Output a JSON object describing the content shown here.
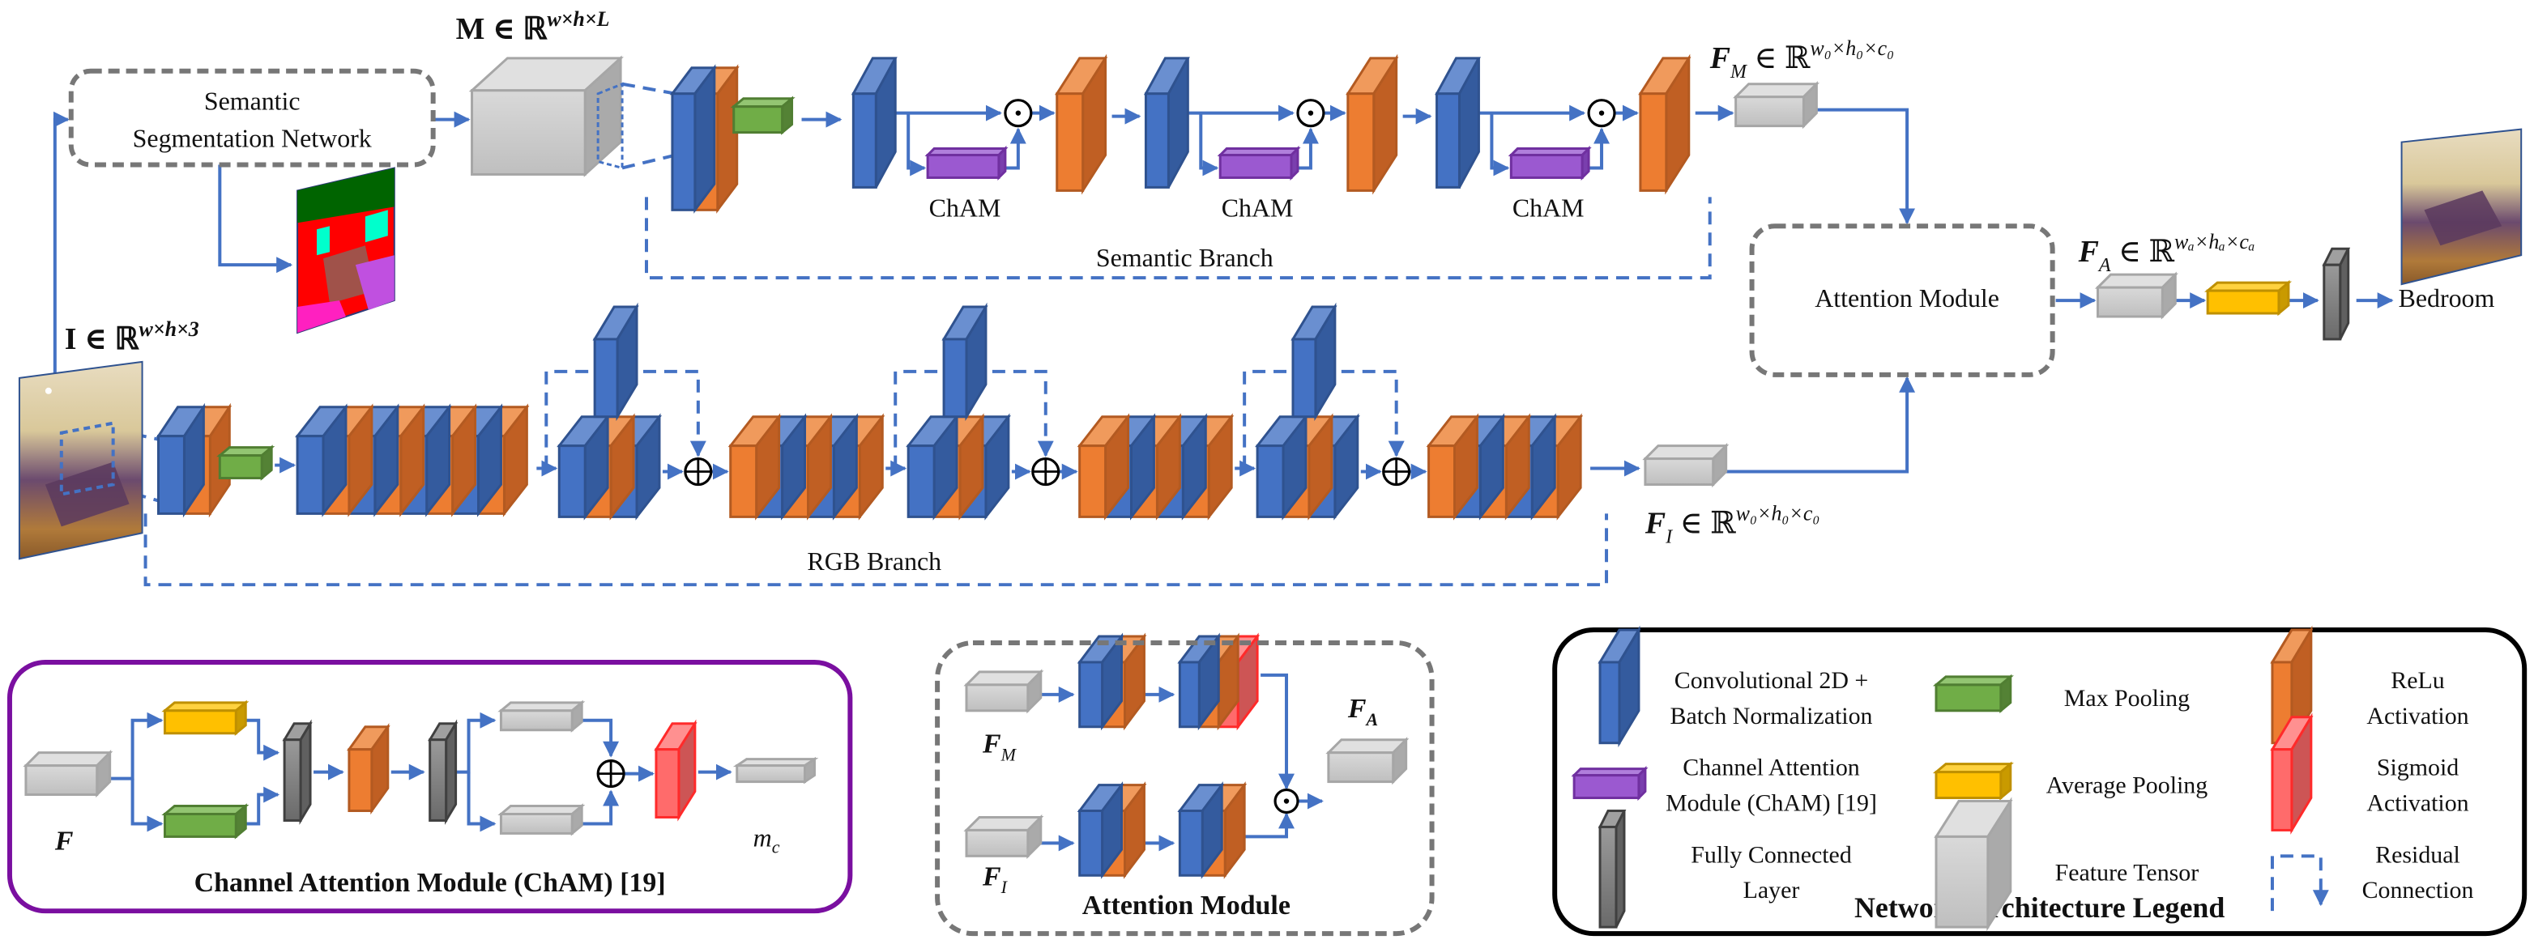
{
  "colors": {
    "conv_front": "#4472c4",
    "conv_top": "#6a8fd0",
    "conv_side": "#345b9e",
    "conv_stroke": "#2f528f",
    "relu_front": "#ed7d31",
    "relu_top": "#f09a5c",
    "relu_side": "#c05f23",
    "relu_stroke": "#b35a21",
    "maxpool_front": "#70ad47",
    "maxpool_top": "#93c572",
    "maxpool_side": "#548235",
    "maxpool_stroke": "#507e32",
    "avgpool_front": "#ffc000",
    "avgpool_top": "#ffd23f",
    "avgpool_side": "#c99a00",
    "avgpool_stroke": "#bf9000",
    "cham_front": "#9b59d0",
    "cham_top": "#b07fdc",
    "cham_side": "#7a3fae",
    "cham_stroke": "#7030a0",
    "sigmoid_front": "#ff6b6b",
    "sigmoid_top": "#ff9090",
    "sigmoid_side": "#cd5555",
    "sigmoid_stroke": "#ff2a2a",
    "fc_front": "#808080",
    "fc_top": "#a0a0a0",
    "fc_side": "#606060",
    "fc_stroke": "#404040",
    "tensor_front": "#cdcdcd",
    "tensor_top": "#e0e0e0",
    "tensor_side": "#aaaaaa",
    "tensor_stroke": "#a6a6a6",
    "arrow": "#4472c4",
    "cham_border": "#7a0fa0",
    "dashed_gray": "#777777"
  },
  "main": {
    "semantic_segmentation_network": [
      "Semantic",
      "Segmentation Network"
    ],
    "M_label": {
      "base": "M ∈ ℝ",
      "sup": "w×h×L"
    },
    "I_label": {
      "base": "I ∈ ℝ",
      "sup": "w×h×3"
    },
    "FM_label": {
      "base": "F",
      "sub": "M",
      "rest": " ∈ ℝ",
      "sup": "w₀×h₀×c₀"
    },
    "FI_label": {
      "base": "F",
      "sub": "I",
      "rest": " ∈ ℝ",
      "sup": "w₀×h₀×c₀"
    },
    "FA_label": {
      "base": "F",
      "sub": "A",
      "rest": " ∈ ℝ",
      "sup": "wₐ×hₐ×cₐ"
    },
    "cham_labels": [
      "ChAM",
      "ChAM",
      "ChAM"
    ],
    "semantic_branch": "Semantic Branch",
    "rgb_branch": "RGB Branch",
    "attention_module": "Attention Module",
    "output_class": "Bedroom",
    "odot": "⊙",
    "oplus": "⊕"
  },
  "cham_panel": {
    "title": "Channel Attention Module (ChAM) [19]",
    "input_label": "F",
    "output_label": "m",
    "output_sub": "c"
  },
  "attention_panel": {
    "title": "Attention Module",
    "fm_label": "F",
    "fm_sub": "M",
    "fi_label": "F",
    "fi_sub": "I",
    "fa_label": "F",
    "fa_sub": "A"
  },
  "legend": {
    "title": "Network Architecture Legend",
    "items": [
      {
        "icon": "conv-bn-icon",
        "lines": [
          "Convolutional 2D  +",
          "Batch Normalization"
        ]
      },
      {
        "icon": "max-pooling-icon",
        "lines": [
          "Max Pooling"
        ]
      },
      {
        "icon": "relu-icon",
        "lines": [
          "ReLu",
          "Activation"
        ]
      },
      {
        "icon": "cham-icon",
        "lines": [
          "Channel Attention",
          "Module (ChAM) [19]"
        ]
      },
      {
        "icon": "average-pooling-icon",
        "lines": [
          "Average Pooling"
        ]
      },
      {
        "icon": "sigmoid-icon",
        "lines": [
          "Sigmoid",
          "Activation"
        ]
      },
      {
        "icon": "fully-connected-icon",
        "lines": [
          "Fully Connected",
          "Layer"
        ]
      },
      {
        "icon": "feature-tensor-icon",
        "lines": [
          "Feature Tensor"
        ]
      },
      {
        "icon": "residual-connection-icon",
        "lines": [
          "Residual",
          "Connection"
        ]
      }
    ]
  }
}
